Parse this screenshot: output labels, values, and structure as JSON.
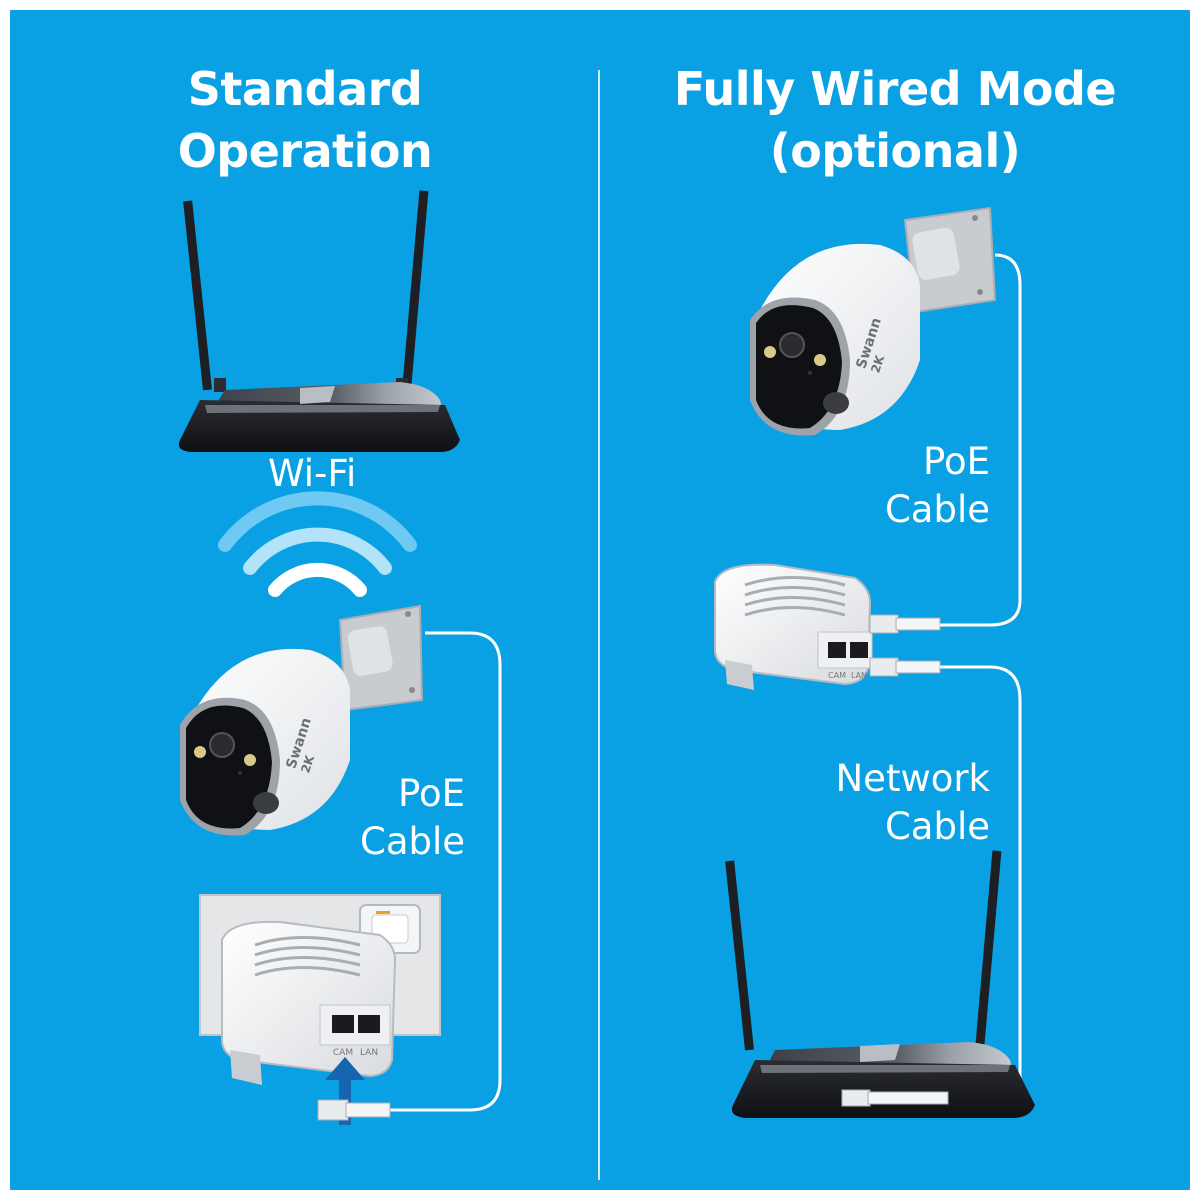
{
  "colors": {
    "background": "#0aa1e4",
    "frame": "#ffffff",
    "text": "#ffffff",
    "cable": "#ffffff",
    "arrow": "#1565b0"
  },
  "left": {
    "heading": [
      "Standard",
      "Operation"
    ],
    "wifi_label": "Wi-Fi",
    "cable_label": [
      "PoE",
      "Cable"
    ],
    "camera_brand": "Swann",
    "camera_badge": "2K",
    "injector_ports": [
      "CAM",
      "LAN"
    ]
  },
  "right": {
    "heading": [
      "Fully Wired Mode",
      "(optional)"
    ],
    "poe_label": [
      "PoE",
      "Cable"
    ],
    "network_label": [
      "Network",
      "Cable"
    ],
    "camera_brand": "Swann",
    "camera_badge": "2K",
    "injector_ports": [
      "CAM",
      "LAN"
    ]
  },
  "icons": [
    "router-icon",
    "wifi-icon",
    "camera-icon",
    "poe-injector-icon",
    "wall-outlet-icon",
    "rj45-plug-icon",
    "up-arrow-icon"
  ]
}
